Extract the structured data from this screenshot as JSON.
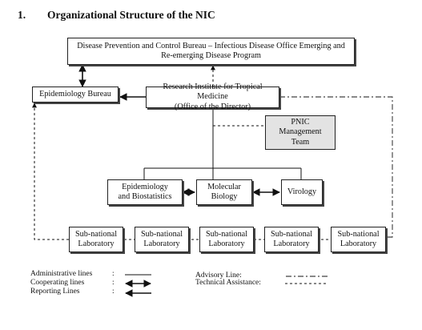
{
  "heading": {
    "number": "1.",
    "title": "Organizational  Structure of the NIC"
  },
  "boxes": {
    "top_bureau": "Disease Prevention and Control Bureau – Infectious Disease Office Emerging and\nRe-emerging Disease Program",
    "epi_bureau": "Epidemiology Bureau",
    "ritm": "Research Institute for Tropical Medicine\n(Office of the Director)",
    "pnic": "PNIC\nManagement\nTeam",
    "epi_bio": "Epidemiology\nand Biostatistics",
    "mol_bio": "Molecular\nBiology",
    "virology": "Virology",
    "sub1": "Sub-national\nLaboratory",
    "sub2": "Sub-national\nLaboratory",
    "sub3": "Sub-national\nLaboratory",
    "sub4": "Sub-national\nLaboratory",
    "sub5": "Sub-national\nLaboratory"
  },
  "legend": {
    "administrative": "Administrative lines",
    "cooperating": "Cooperating lines",
    "reporting": "Reporting Lines",
    "advisory": "Advisory Line:",
    "technical": "Technical Assistance:",
    "colon": ":"
  }
}
